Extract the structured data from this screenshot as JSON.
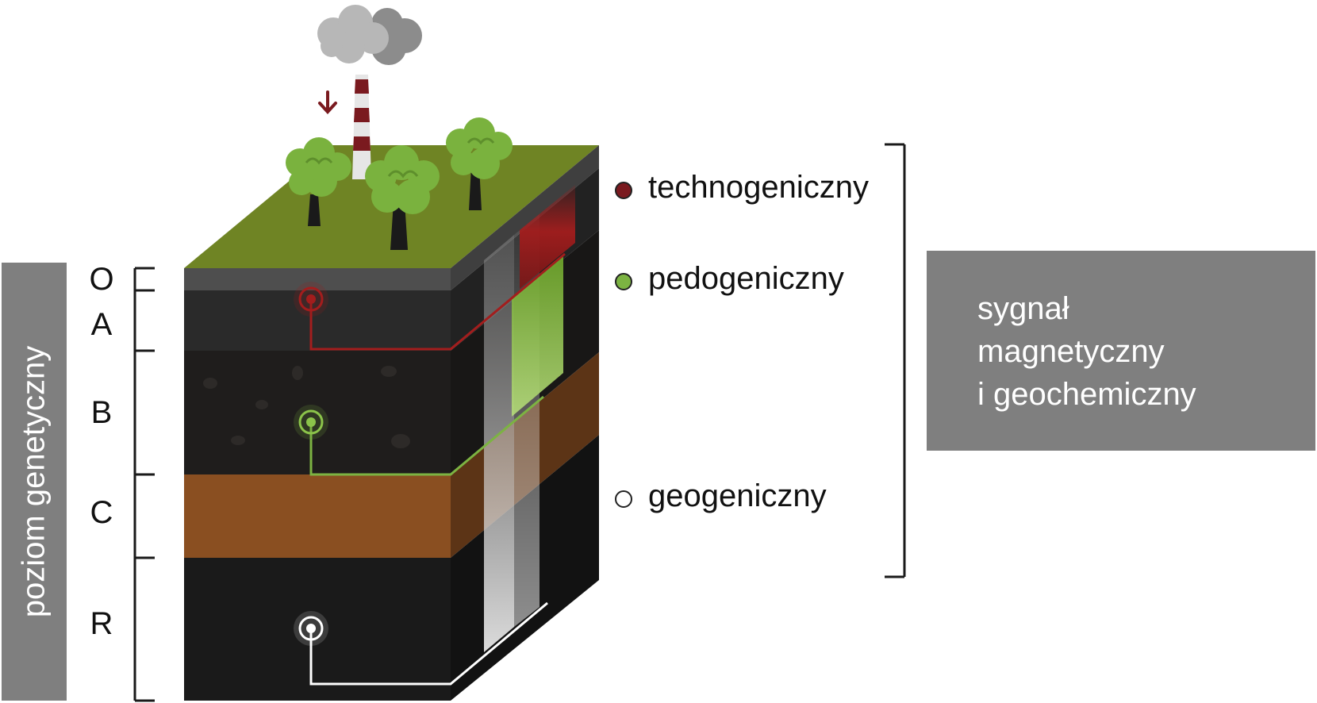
{
  "side_label": "poziom genetyczny",
  "horizons": [
    {
      "label": "O"
    },
    {
      "label": "A"
    },
    {
      "label": "B"
    },
    {
      "label": "C"
    },
    {
      "label": "R"
    }
  ],
  "legend": [
    {
      "label": "technogeniczny",
      "color": "#7a1a1f"
    },
    {
      "label": "pedogeniczny",
      "color": "#7cb342"
    },
    {
      "label": "geogeniczny",
      "color": "#ffffff"
    }
  ],
  "signal_box": {
    "lines": [
      "sygnał",
      "magnetyczny",
      "i geochemiczny"
    ]
  },
  "colors": {
    "grass": "#6f8424",
    "layer_o": "#4e4e4e",
    "layer_a": "#2a2a2a",
    "layer_b": "#1f1d1c",
    "layer_c": "#8a4f21",
    "layer_r": "#1a1a1a",
    "tree": "#7ab23e",
    "label_box": "#7f7f7f"
  },
  "icons": [
    "smoke-cloud-icon",
    "chimney-icon",
    "down-arrow-icon",
    "tree-icon"
  ]
}
